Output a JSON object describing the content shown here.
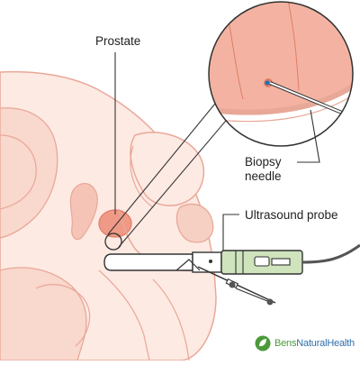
{
  "labels": {
    "prostate": "Prostate",
    "biopsy_line1": "Biopsy",
    "biopsy_line2": "needle",
    "ultrasound_probe": "Ultrasound probe"
  },
  "logo": {
    "part1": "Bens",
    "part2": "NaturalHealth"
  },
  "colors": {
    "outline": "#e8a898",
    "skin_fill": "#fdeae3",
    "organ_fill": "#f6c4b6",
    "prostate_fill": "#ef9a86",
    "probe_green": "#cfe3bd",
    "cable": "#555555",
    "leader": "#333333",
    "needle_tip": "#1f6fb2"
  }
}
